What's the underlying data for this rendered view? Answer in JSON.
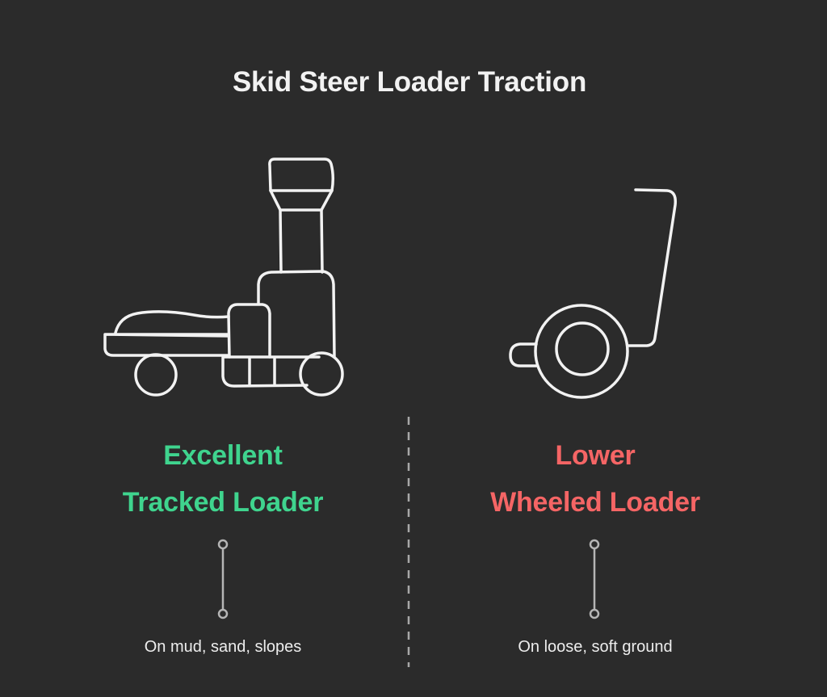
{
  "title": "Skid Steer Loader Traction",
  "colors": {
    "background": "#2b2b2b",
    "title": "#f2f2f2",
    "positive": "#3fd48e",
    "negative": "#f56565",
    "connector": "#b5b5b5",
    "divider": "#a8a8a8",
    "illustration_stroke": "#f2f2f2"
  },
  "left": {
    "icon": "tracked-loader-icon",
    "rating": "Excellent",
    "name": "Tracked Loader",
    "condition": "On mud, sand, slopes"
  },
  "right": {
    "icon": "wheeled-loader-icon",
    "rating": "Lower",
    "name": "Wheeled Loader",
    "condition": "On loose, soft ground"
  }
}
